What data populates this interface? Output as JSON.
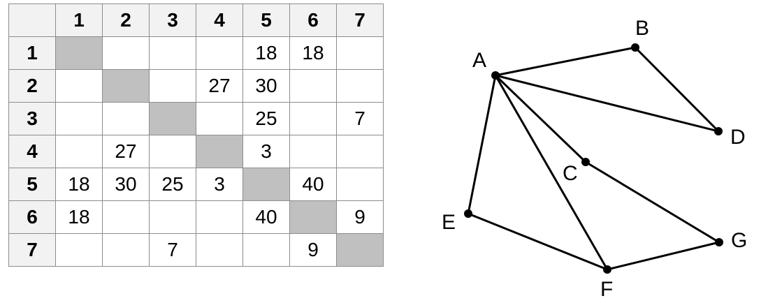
{
  "table": {
    "col_headers": [
      "1",
      "2",
      "3",
      "4",
      "5",
      "6",
      "7"
    ],
    "row_headers": [
      "1",
      "2",
      "3",
      "4",
      "5",
      "6",
      "7"
    ],
    "cells": [
      [
        "",
        "",
        "",
        "",
        "18",
        "18",
        ""
      ],
      [
        "",
        "",
        "",
        "27",
        "30",
        "",
        ""
      ],
      [
        "",
        "",
        "",
        "",
        "25",
        "",
        "7"
      ],
      [
        "",
        "27",
        "",
        "",
        "3",
        "",
        ""
      ],
      [
        "18",
        "30",
        "25",
        "3",
        "",
        "40",
        ""
      ],
      [
        "18",
        "",
        "",
        "",
        "40",
        "",
        "9"
      ],
      [
        "",
        "",
        "7",
        "",
        "",
        "9",
        ""
      ]
    ],
    "diagonal_color": "#c0c0c0",
    "header_color": "#f2f2f2"
  },
  "graph": {
    "nodes": [
      "A",
      "B",
      "C",
      "D",
      "E",
      "F",
      "G"
    ],
    "edges": [
      [
        "A",
        "B"
      ],
      [
        "B",
        "D"
      ],
      [
        "A",
        "D"
      ],
      [
        "A",
        "C"
      ],
      [
        "A",
        "F"
      ],
      [
        "A",
        "E"
      ],
      [
        "E",
        "F"
      ],
      [
        "F",
        "G"
      ],
      [
        "C",
        "G"
      ]
    ]
  }
}
